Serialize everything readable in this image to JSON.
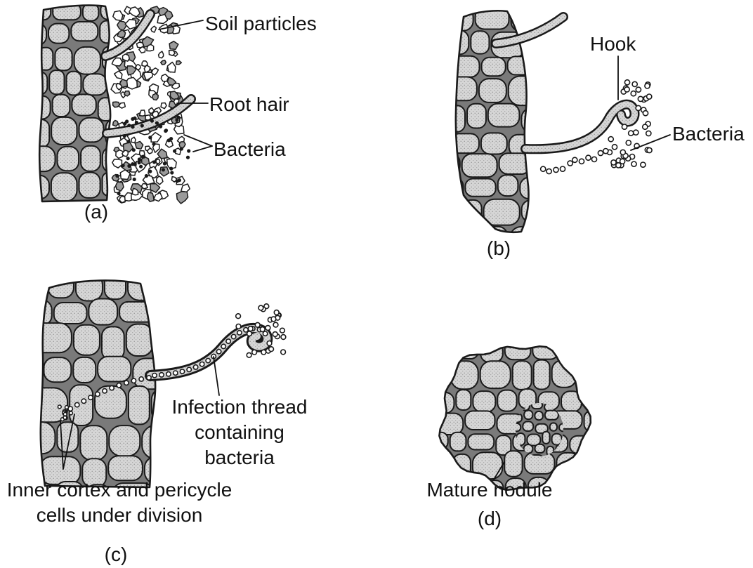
{
  "panels": {
    "a": {
      "caption": "(a)",
      "labels": {
        "soil_particles": "Soil particles",
        "root_hair": "Root hair",
        "bacteria": "Bacteria"
      }
    },
    "b": {
      "caption": "(b)",
      "labels": {
        "hook": "Hook",
        "bacteria": "Bacteria"
      }
    },
    "c": {
      "caption": "(c)",
      "labels": {
        "infection_thread": [
          "Infection thread",
          "containing",
          "bacteria"
        ],
        "inner_cortex": [
          "Inner cortex and pericycle",
          "cells under division"
        ]
      }
    },
    "d": {
      "caption": "(d)",
      "labels": {
        "mature_nodule": "Mature nodule"
      }
    }
  },
  "colors": {
    "ink": "#1a1a1a",
    "cell_wall": "#7a7a7a",
    "cell_fill": "#d6d6d6",
    "paper": "#ffffff"
  }
}
